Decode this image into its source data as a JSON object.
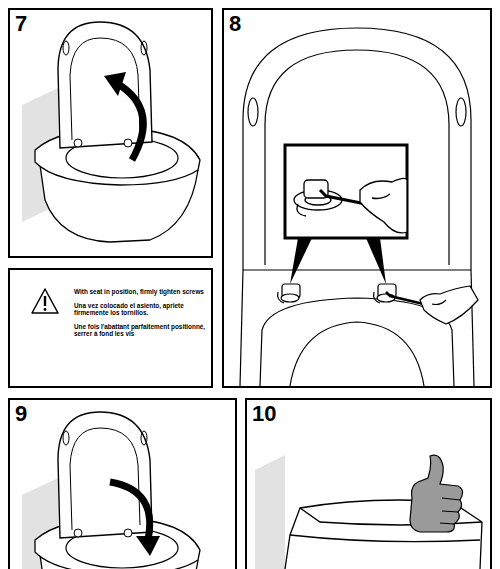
{
  "diagram": {
    "nodes": [
      {
        "text": [
          "7"
        ]
      },
      {
        "text": [
          "8"
        ]
      },
      {
        "text": [
          "With seat in position, firmly tighten screws",
          "Una vez colocado el asiento, apriete firmemente los tornillos.",
          "Une fois l'abattant parfaitement positionné, serrer à fond les vis"
        ]
      },
      {
        "text": [
          "9"
        ]
      },
      {
        "text": [
          "10"
        ]
      }
    ]
  }
}
